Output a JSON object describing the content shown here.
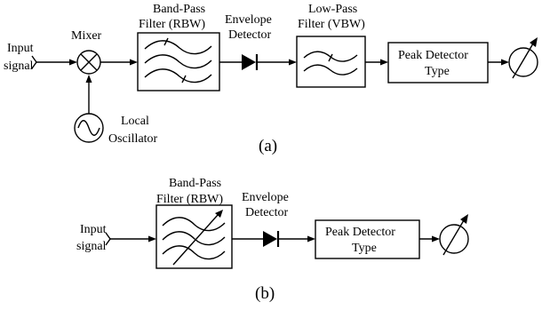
{
  "diagram_a": {
    "input_label": [
      "Input",
      "signal"
    ],
    "mixer_label": "Mixer",
    "bpf_label": [
      "Band-Pass",
      "Filter (RBW)"
    ],
    "envelope_label": [
      "Envelope",
      "Detector"
    ],
    "lpf_label": [
      "Low-Pass",
      "Filter (VBW)"
    ],
    "peak_label": [
      "Peak Detector",
      "Type"
    ],
    "lo_label": [
      "Local",
      "Oscillator"
    ],
    "caption": "(a)"
  },
  "diagram_b": {
    "input_label": [
      "Input",
      "signal"
    ],
    "bpf_label": [
      "Band-Pass",
      "Filter (RBW)"
    ],
    "envelope_label": [
      "Envelope",
      "Detector"
    ],
    "peak_label": [
      "Peak Detector",
      "Type"
    ],
    "caption": "(b)"
  }
}
